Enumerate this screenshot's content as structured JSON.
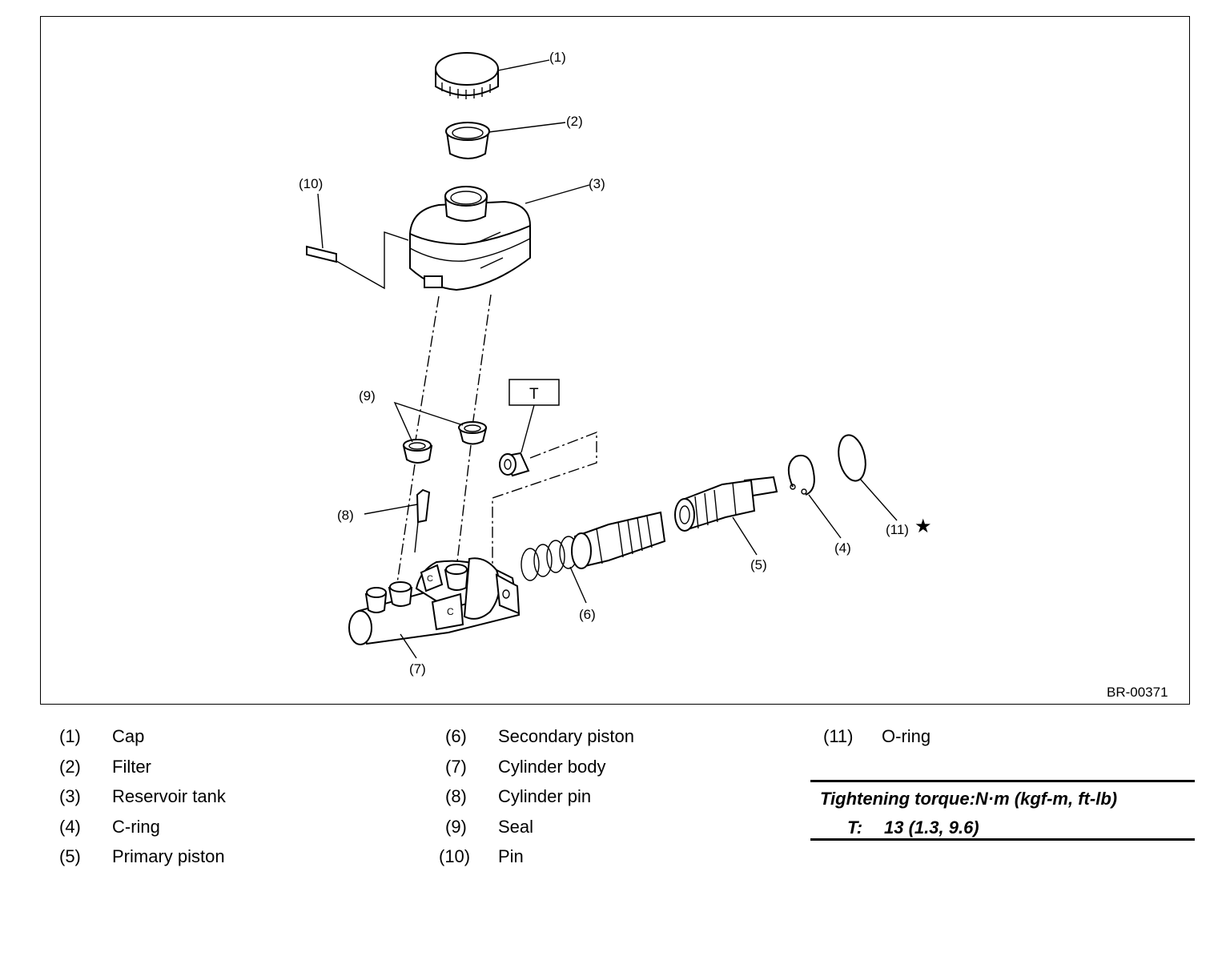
{
  "figure_id": "BR-00371",
  "tool_box_label": "T",
  "callouts": [
    {
      "id": "1",
      "text": "(1)"
    },
    {
      "id": "2",
      "text": "(2)"
    },
    {
      "id": "3",
      "text": "(3)"
    },
    {
      "id": "4",
      "text": "(4)"
    },
    {
      "id": "5",
      "text": "(5)"
    },
    {
      "id": "6",
      "text": "(6)"
    },
    {
      "id": "7",
      "text": "(7)"
    },
    {
      "id": "8",
      "text": "(8)"
    },
    {
      "id": "9",
      "text": "(9)"
    },
    {
      "id": "10",
      "text": "(10)"
    },
    {
      "id": "11",
      "text": "(11)"
    }
  ],
  "star_mark": "★",
  "legend": {
    "col1": [
      {
        "num": "(1)",
        "label": "Cap"
      },
      {
        "num": "(2)",
        "label": "Filter"
      },
      {
        "num": "(3)",
        "label": "Reservoir tank"
      },
      {
        "num": "(4)",
        "label": "C-ring"
      },
      {
        "num": "(5)",
        "label": "Primary piston"
      }
    ],
    "col2": [
      {
        "num": "(6)",
        "label": "Secondary piston"
      },
      {
        "num": "(7)",
        "label": "Cylinder body"
      },
      {
        "num": "(8)",
        "label": "Cylinder pin"
      },
      {
        "num": "(9)",
        "label": "Seal"
      },
      {
        "num": "(10)",
        "label": "Pin"
      }
    ],
    "col3": [
      {
        "num": "(11)",
        "label": "O-ring"
      }
    ]
  },
  "torque": {
    "title": "Tightening torque:N·m (kgf-m, ft-lb)",
    "symbol": "T:",
    "value": "13 (1.3, 9.6)"
  }
}
